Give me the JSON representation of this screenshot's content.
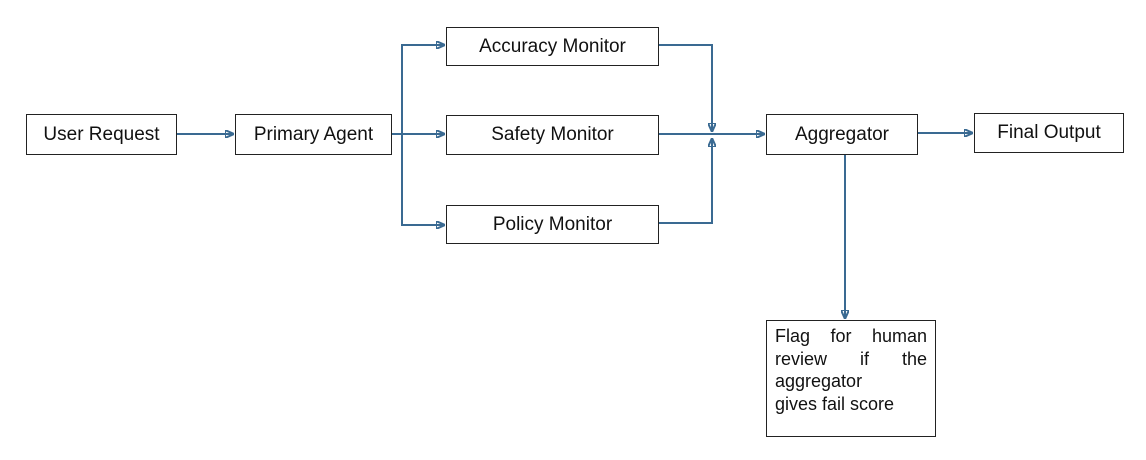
{
  "nodes": {
    "user_request": "User Request",
    "primary_agent": "Primary Agent",
    "accuracy_monitor": "Accuracy Monitor",
    "safety_monitor": "Safety Monitor",
    "policy_monitor": "Policy Monitor",
    "aggregator": "Aggregator",
    "final_output": "Final Output"
  },
  "flag_box": {
    "line1": [
      "Flag",
      "for",
      "human"
    ],
    "line2": [
      "review",
      "if",
      "the"
    ],
    "line3": "aggregator",
    "line4": "gives fail score"
  },
  "colors": {
    "connector": "#3a6a92",
    "box_border": "#222222"
  }
}
